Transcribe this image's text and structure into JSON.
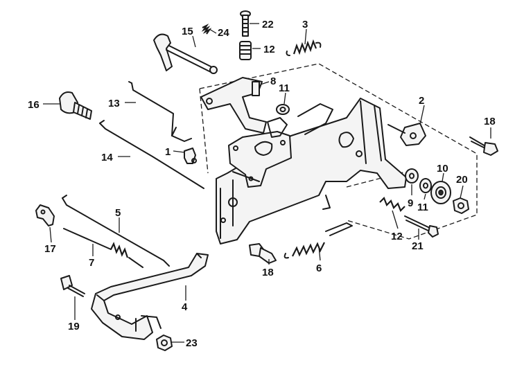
{
  "callouts": [
    {
      "id": "c1",
      "text": "1"
    },
    {
      "id": "c2",
      "text": "2"
    },
    {
      "id": "c3",
      "text": "3"
    },
    {
      "id": "c4",
      "text": "4"
    },
    {
      "id": "c5",
      "text": "5"
    },
    {
      "id": "c6",
      "text": "6"
    },
    {
      "id": "c7",
      "text": "7"
    },
    {
      "id": "c8",
      "text": "8"
    },
    {
      "id": "c9",
      "text": "9"
    },
    {
      "id": "c10",
      "text": "10"
    },
    {
      "id": "c11a",
      "text": "11"
    },
    {
      "id": "c11b",
      "text": "11"
    },
    {
      "id": "c12a",
      "text": "12"
    },
    {
      "id": "c12b",
      "text": "12"
    },
    {
      "id": "c13",
      "text": "13"
    },
    {
      "id": "c14",
      "text": "14"
    },
    {
      "id": "c15",
      "text": "15"
    },
    {
      "id": "c16",
      "text": "16"
    },
    {
      "id": "c17",
      "text": "17"
    },
    {
      "id": "c18a",
      "text": "18"
    },
    {
      "id": "c18b",
      "text": "18"
    },
    {
      "id": "c19",
      "text": "19"
    },
    {
      "id": "c20",
      "text": "20"
    },
    {
      "id": "c21",
      "text": "21"
    },
    {
      "id": "c22",
      "text": "22"
    },
    {
      "id": "c23",
      "text": "23"
    },
    {
      "id": "c24",
      "text": "24"
    }
  ]
}
